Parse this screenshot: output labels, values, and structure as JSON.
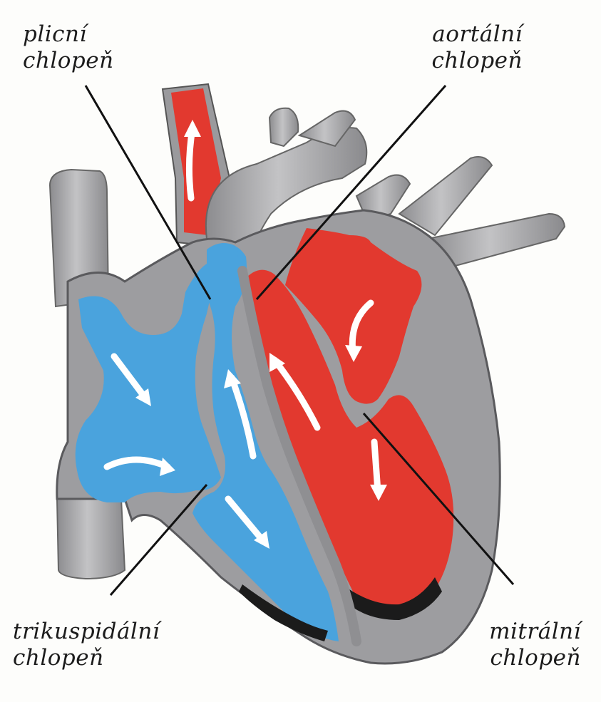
{
  "labels": {
    "pulmonary": {
      "line1": "plicní",
      "line2": "chlopeň"
    },
    "aortic": {
      "line1": "aortální",
      "line2": "chlopeň"
    },
    "tricuspid": {
      "line1": "trikuspidální",
      "line2": "chlopeň"
    },
    "mitral": {
      "line1": "mitrální",
      "line2": "chlopeň"
    }
  },
  "colors": {
    "deoxygenated": "#4aa3dd",
    "oxygenated": "#e2392f",
    "vessel_wall": "#a5a5a7",
    "vessel_shadow": "#6f6f72",
    "arrow": "#ffffff",
    "leader_line": "#111111",
    "background": "#fdfdfb"
  }
}
